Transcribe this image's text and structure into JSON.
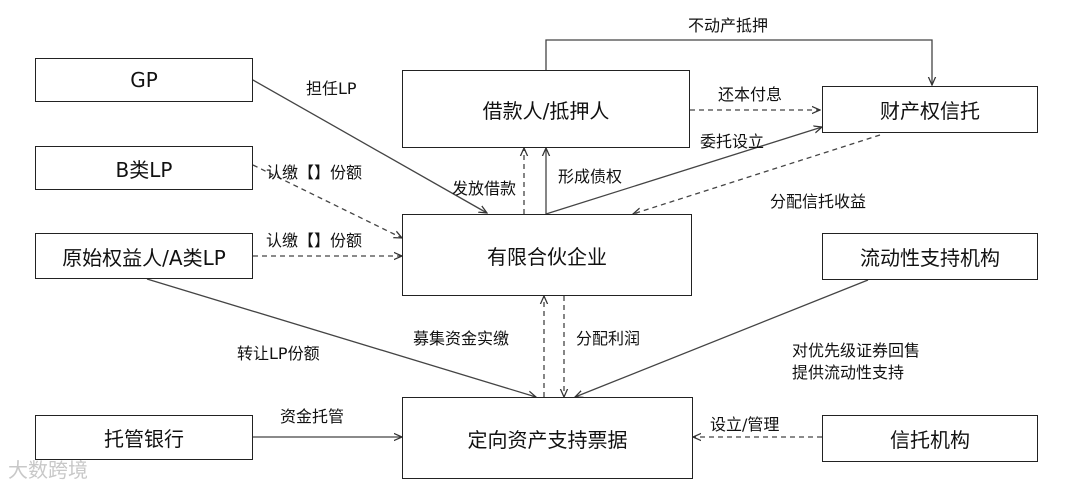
{
  "nodes": {
    "gp": "GP",
    "b_lp": "B类LP",
    "orig_lp": "原始权益人/A类LP",
    "custody_bank": "托管银行",
    "borrower": "借款人/抵押人",
    "partnership": "有限合伙企业",
    "note": "定向资产支持票据",
    "property_trust": "财产权信托",
    "liquidity": "流动性支持机构",
    "trust_org": "信托机构"
  },
  "edges": {
    "mortgage": "不动产抵押",
    "repay": "还本付息",
    "entrust": "委托设立",
    "gp_lp": "担任LP",
    "subscribe_b": "认缴【】份额",
    "subscribe_a": "认缴【】份额",
    "lend": "发放借款",
    "claim": "形成债权",
    "distribute_trust": "分配信托收益",
    "raise_funds": "募集资金实缴",
    "distribute_profit": "分配利润",
    "transfer_lp": "转让LP份额",
    "repurchase_1": "对优先级证券回售",
    "repurchase_2": "提供流动性支持",
    "fund_custody": "资金托管",
    "setup_manage": "设立/管理"
  },
  "watermark": "大数跨境"
}
